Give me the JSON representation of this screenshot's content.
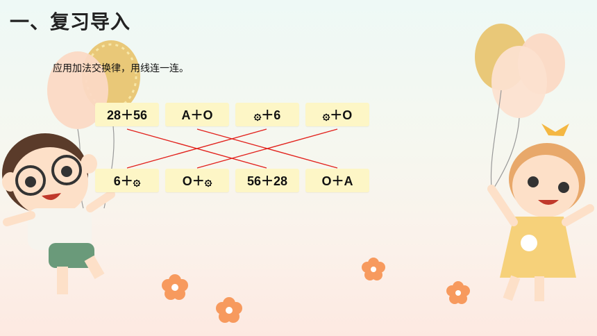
{
  "title": "一、复习导入",
  "instruction": "应用加法交换律，用线连一连。",
  "top_row": [
    "28＋56",
    "A＋O",
    "۞＋6",
    "۞＋O"
  ],
  "bottom_row": [
    "6＋۞",
    "O＋۞",
    "56＋28",
    "O＋A"
  ],
  "connections": [
    {
      "from": "28＋56",
      "to": "56＋28"
    },
    {
      "from": "A＋O",
      "to": "O＋A"
    },
    {
      "from": "۞＋6",
      "to": "6＋۞"
    },
    {
      "from": "۞＋O",
      "to": "O＋۞"
    }
  ],
  "colors": {
    "card": "#fdf6c6",
    "line": "#e2211c",
    "flower": "#f79a5e"
  },
  "illustrations": [
    "boy-with-balloon",
    "girl-with-balloons",
    "flowers"
  ]
}
